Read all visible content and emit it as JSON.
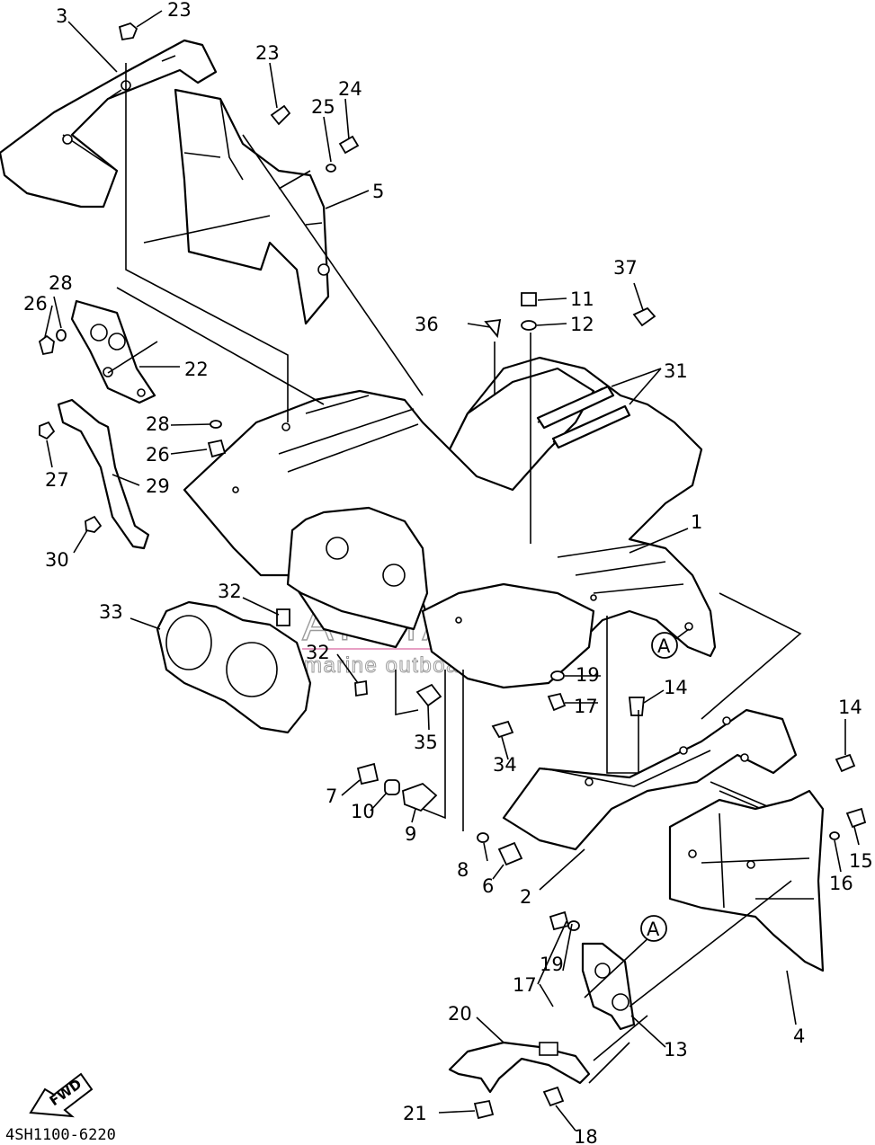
{
  "drawing_code": "4SH1100-6220",
  "fwd_label": "FWD",
  "detail_marker": "A",
  "watermark": {
    "brand": "ARMADA",
    "tagline": "marine outboards",
    "logo_color": "#e8a0c4",
    "line_color": "#e8a0c4"
  },
  "callouts": {
    "c1": "1",
    "c2": "2",
    "c3": "3",
    "c4": "4",
    "c5": "5",
    "c6": "6",
    "c7": "7",
    "c8": "8",
    "c9": "9",
    "c10": "10",
    "c11": "11",
    "c12": "12",
    "c13": "13",
    "c14a": "14",
    "c14b": "14",
    "c15": "15",
    "c16": "16",
    "c17a": "17",
    "c17b": "17",
    "c18": "18",
    "c19a": "19",
    "c19b": "19",
    "c20": "20",
    "c21": "21",
    "c22": "22",
    "c23a": "23",
    "c23b": "23",
    "c24": "24",
    "c25": "25",
    "c26a": "26",
    "c26b": "26",
    "c27": "27",
    "c28a": "28",
    "c28b": "28",
    "c29": "29",
    "c30": "30",
    "c31": "31",
    "c32a": "32",
    "c32b": "32",
    "c33": "33",
    "c34": "34",
    "c35": "35",
    "c36": "36",
    "c37": "37"
  }
}
